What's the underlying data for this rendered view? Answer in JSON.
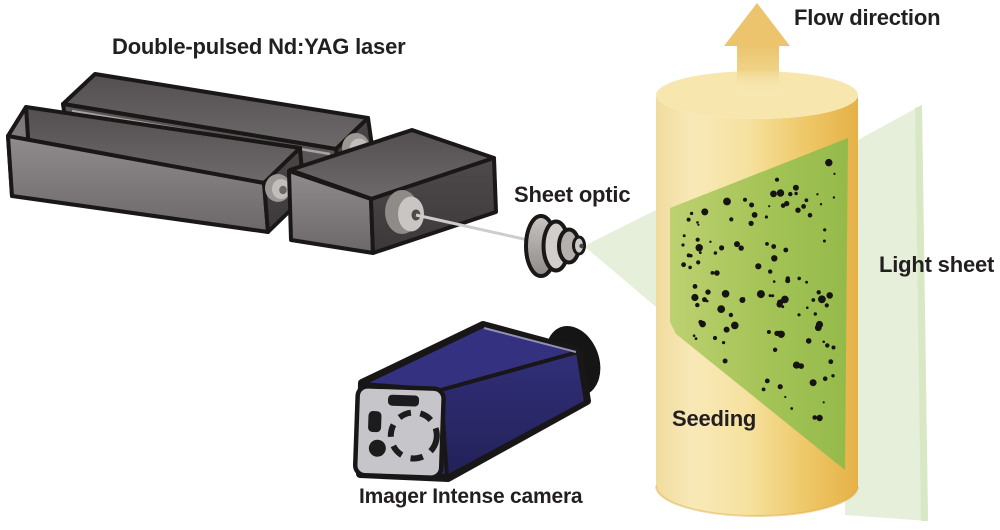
{
  "diagram": {
    "labels": {
      "laser": "Double-pulsed Nd:YAG laser",
      "flow_direction": "Flow direction",
      "sheet_optic": "Sheet optic",
      "light_sheet": "Light sheet",
      "seeding": "Seeding",
      "camera": "Imager Intense camera"
    },
    "colors": {
      "arrow_gold": "#ECC46D",
      "cylinder_gold": "#EFC75E",
      "sheet_pale": "#E6EFDA",
      "plane_green_light": "#BDD171",
      "plane_green_dark": "#94BA4A",
      "particle_black": "#161412",
      "laser_gray": "#5F5A5C",
      "camera_blue": "#32317E",
      "beam_gray": "#CDCDCD",
      "outline_black": "#1A1717",
      "text_black": "#231F20"
    },
    "particles": {
      "count": 120
    }
  }
}
